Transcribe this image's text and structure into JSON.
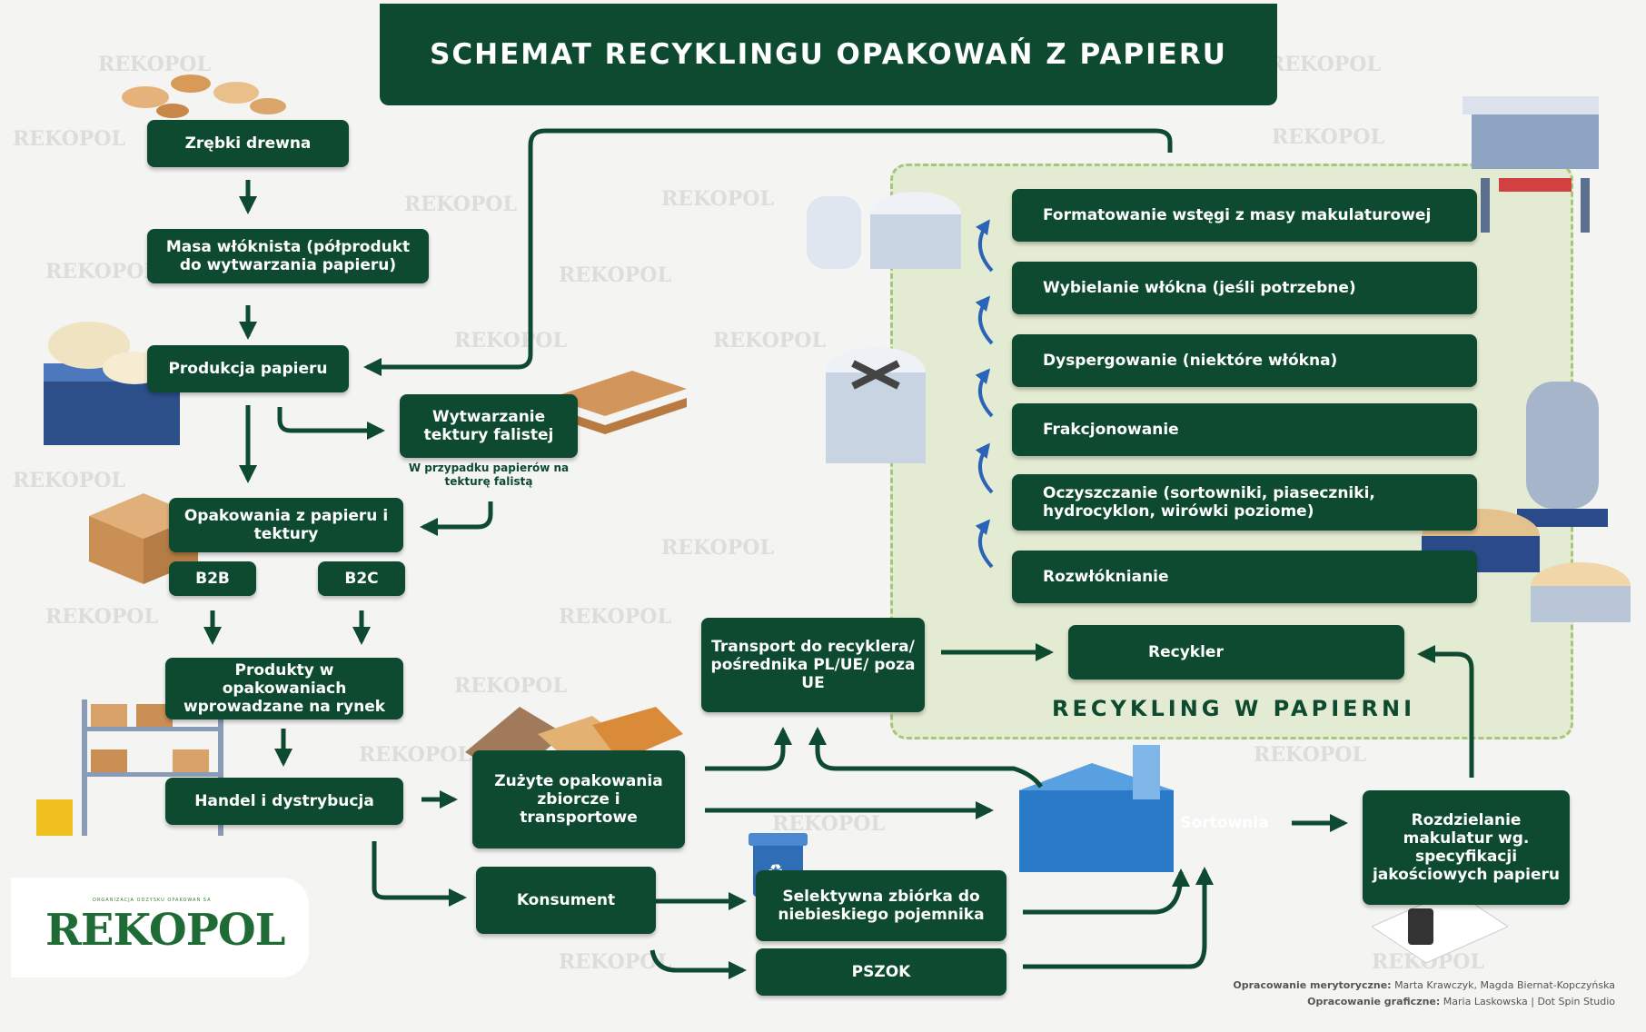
{
  "title": "SCHEMAT RECYKLINGU OPAKOWAŃ Z PAPIERU",
  "nodes": {
    "zrebki": "Zrębki drewna",
    "masa": "Masa włóknista (półprodukt do wytwarzania papieru)",
    "produkcja": "Produkcja papieru",
    "wytwarzanie": "Wytwarzanie tektury falistej",
    "wytwarzanie_note": "W przypadku papierów na tekturę falistą",
    "opakowania": "Opakowania z papieru i tektury",
    "b2b": "B2B",
    "b2c": "B2C",
    "produkty": "Produkty w opakowaniach wprowadzane na rynek",
    "handel": "Handel i dystrybucja",
    "zuzyte": "Zużyte opakowania zbiorcze i transportowe",
    "konsument": "Konsument",
    "selektywna": "Selektywna zbiórka do niebieskiego pojemnika",
    "pszok": "PSZOK",
    "transport": "Transport do recyklera/ pośrednika PL/UE/ poza UE",
    "sortownia": "Sortownia",
    "rozdzielanie": "Rozdzielanie makulatur wg. specyfikacji jakościowych papieru",
    "recykler": "Recykler"
  },
  "paper_mill": {
    "label": "RECYKLING W PAPIERNI",
    "steps": [
      "Formatowanie wstęgi z masy makulaturowej",
      "Wybielanie włókna (jeśli potrzebne)",
      "Dyspergowanie (niektóre włókna)",
      "Frakcjonowanie",
      "Oczyszczanie (sortowniki, piaseczniki, hydrocyklon, wirówki poziome)",
      "Rozwłóknianie"
    ]
  },
  "watermark": "REKOPOL",
  "logo": {
    "name": "REKOPOL",
    "tagline": "ORGANIZACJA ODZYSKU OPAKOWAŃ SA"
  },
  "credits": {
    "line1_label": "Opracowanie merytoryczne:",
    "line1_value": "Marta Krawczyk, Magda Biernat-Kopczyńska",
    "line2_label": "Opracowanie graficzne:",
    "line2_value": "Maria Laskowska | Dot Spin Studio"
  },
  "colors": {
    "box": "#0d4a2f",
    "zone": "#e4ebd3",
    "zone_border": "#a6c77a",
    "arrow": "#0d4a2f",
    "logo": "#1e6b35"
  }
}
